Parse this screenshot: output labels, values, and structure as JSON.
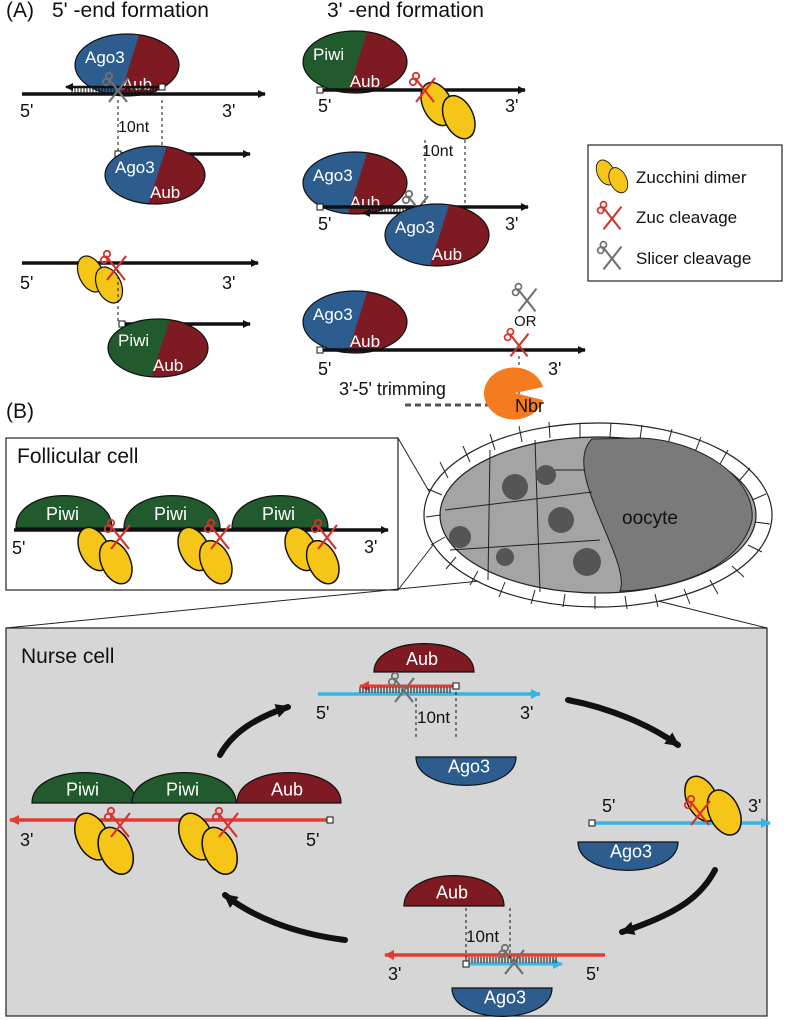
{
  "panel_a": {
    "label": "(A)",
    "col1_title": "5' -end formation",
    "col2_title": "3' -end formation",
    "five": "5'",
    "three": "3'",
    "ten_nt": "10nt",
    "or": "OR",
    "trimming": "3'-5' trimming",
    "nbr": "Nbr"
  },
  "proteins": {
    "ago3": "Ago3",
    "aub": "Aub",
    "piwi": "Piwi"
  },
  "legend": {
    "zucchini": "Zucchini dimer",
    "zuc_cleavage": "Zuc cleavage",
    "slicer_cleavage": "Slicer cleavage"
  },
  "panel_b": {
    "label": "(B)",
    "follicular": "Follicular cell",
    "oocyte": "oocyte",
    "nurse": "Nurse cell"
  },
  "colors": {
    "ago3": "#2d5d8e",
    "aub": "#7d1a22",
    "piwi": "#215a2c",
    "zucchini": "#f5c518",
    "zuc_scissors": "#d6322b",
    "slicer_scissors": "#707070",
    "nbr": "#f47b20",
    "red_rna": "#e33b32",
    "blue_rna": "#35b6e6",
    "gray_box": "#d6d6d6"
  }
}
